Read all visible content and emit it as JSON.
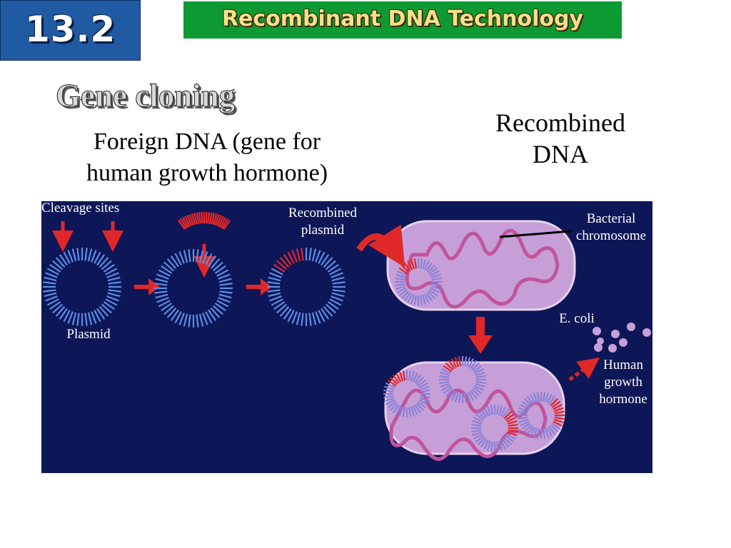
{
  "header": {
    "section_number": "13.2",
    "title": "Recombinant DNA Technology"
  },
  "slide": {
    "heading": "Gene cloning",
    "foreign_dna_label": [
      "Foreign DNA (gene for",
      "human growth hormone)"
    ],
    "recombined_dna_label": [
      "Recombined",
      "DNA"
    ]
  },
  "diagram": {
    "labels": {
      "cleavage_sites": "Cleavage sites",
      "recombined_plasmid": [
        "Recombined",
        "plasmid"
      ],
      "bacterial_chromosome": [
        "Bacterial",
        "chromosome"
      ],
      "e_coli": "E. coli",
      "plasmid": "Plasmid",
      "human_growth_hormone": [
        "Human",
        "growth",
        "hormone"
      ]
    },
    "colors": {
      "background": "#0d1657",
      "plasmid": "#5b8fe6",
      "gene": "#e02828",
      "cell": "#c79fd8",
      "chromosome": "#c0559c",
      "arrow": "#e02828"
    }
  }
}
